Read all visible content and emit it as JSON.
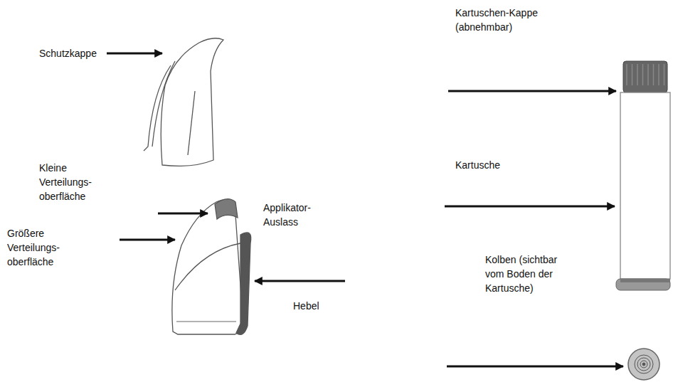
{
  "diagram": {
    "labels": [
      "Schutzkappe",
      "Kleine Verteilungs- oberfläche",
      "Größere Verteilungs- oberfläche",
      "Applikator- Auslass",
      "Hebel",
      "Kartuschen-Kappe (abnehmbar)",
      "Kartusche",
      "Kolben (sichtbar vom Boden der Kartusche)"
    ]
  }
}
